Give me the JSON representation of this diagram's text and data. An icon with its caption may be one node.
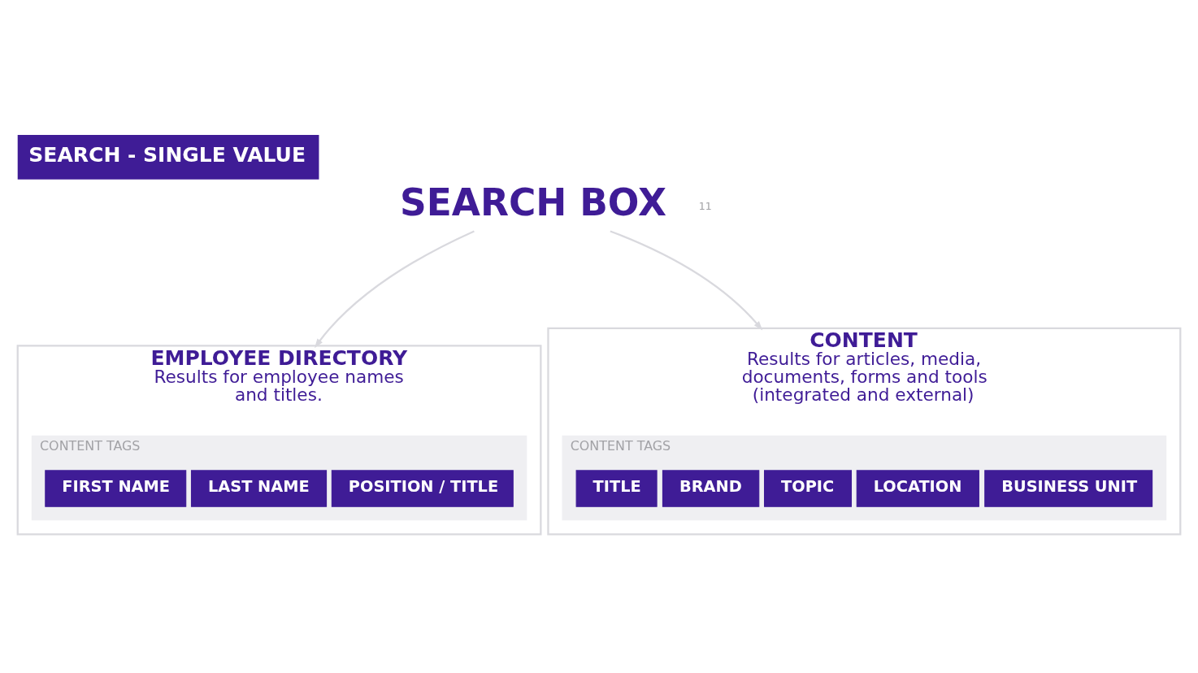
{
  "diagram": {
    "title": "SEARCH - SINGLE VALUE",
    "nodes": [
      {
        "text": [
          "SEARCH BOX"
        ]
      },
      {
        "text": [
          "EMPLOYEE DIRECTORY",
          "Results for employee names and titles."
        ]
      },
      {
        "text": [
          "CONTENT TAGS"
        ],
        "in": 1
      },
      {
        "text": [
          "FIRST NAME"
        ],
        "in": 2
      },
      {
        "text": [
          "LAST NAME"
        ],
        "in": 2
      },
      {
        "text": [
          "POSITION / TITLE"
        ],
        "in": 2
      },
      {
        "text": [
          "CONTENT",
          "Results for articles, media, documents, forms and tools (integrated and external)"
        ]
      },
      {
        "text": [
          "CONTENT TAGS"
        ],
        "in": 6
      },
      {
        "text": [
          "TITLE"
        ],
        "in": 7
      },
      {
        "text": [
          "BRAND"
        ],
        "in": 7
      },
      {
        "text": [
          "TOPIC"
        ],
        "in": 7
      },
      {
        "text": [
          "LOCATION"
        ],
        "in": 7
      },
      {
        "text": [
          "BUSINESS UNIT"
        ],
        "in": 7
      }
    ],
    "edges": [
      {
        "from": 0,
        "to": 1,
        "arrow": "to"
      },
      {
        "from": 0,
        "to": 6,
        "arrow": "to"
      }
    ],
    "labels": [
      "11"
    ]
  }
}
